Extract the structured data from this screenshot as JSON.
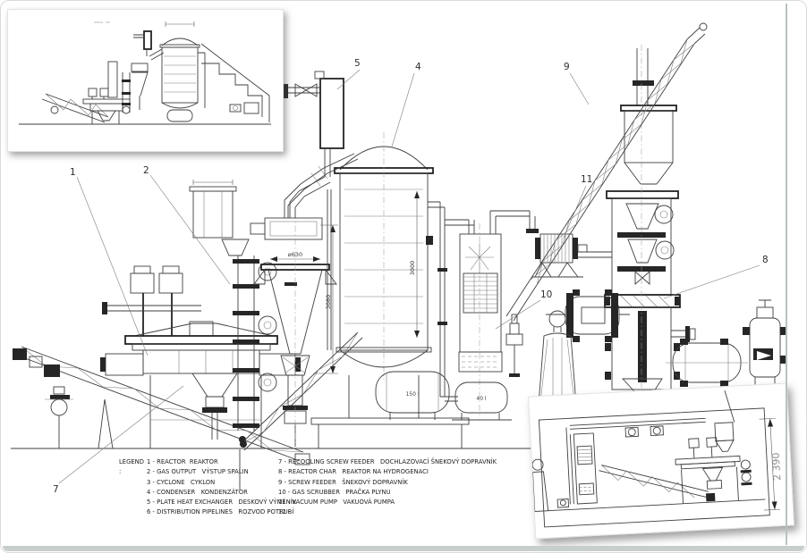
{
  "page": {
    "bg": "#ffffff",
    "line_color": "#3f3f3f",
    "frame_color": "#b9c2be"
  },
  "legend": {
    "title": "LEGEND :",
    "left": [
      "1 - REACTOR  REAKTOR",
      "2 - GAS OUTPUT   VÝSTUP SPALIN",
      "3 - CYCLONE   CYKLON",
      "4 - CONDENSER   KONDENZÁTOR",
      "5 - PLATE HEAT EXCHANGER   DESKOVÝ VÝMĚNÍK",
      "6 - DISTRIBUTION PIPELINES   ROZVOD POTRUBÍ"
    ],
    "right": [
      "7 - RECOOLING SCREW FEEDER   DOCHLAZOVACÍ ŠNEKOVÝ DOPRAVNÍK",
      "8 - REACTOR CHAR   REAKTOR NA HYDROGENACI",
      "9 - SCREW FEEDER   ŠNEKOVÝ DOPRAVNÍK",
      "10 - GAS SCRUBBER   PRAČKA PLYNU",
      "11 - VACUUM PUMP   VAKUOVÁ PUMPA",
      "12 -"
    ]
  },
  "callouts": {
    "n1": "1",
    "n2": "2",
    "n4": "4",
    "n5": "5",
    "n7": "7",
    "n8": "8",
    "n9": "9",
    "n10": "10",
    "n11": "11"
  },
  "dimensions": {
    "cyclone_diameter": "ø630",
    "cyclone_height": "3080",
    "condenser_height": "3000",
    "condensate_tank_volume": "150 l",
    "scrubber_tank_volume": "40 l",
    "inset_height": "2 390"
  }
}
